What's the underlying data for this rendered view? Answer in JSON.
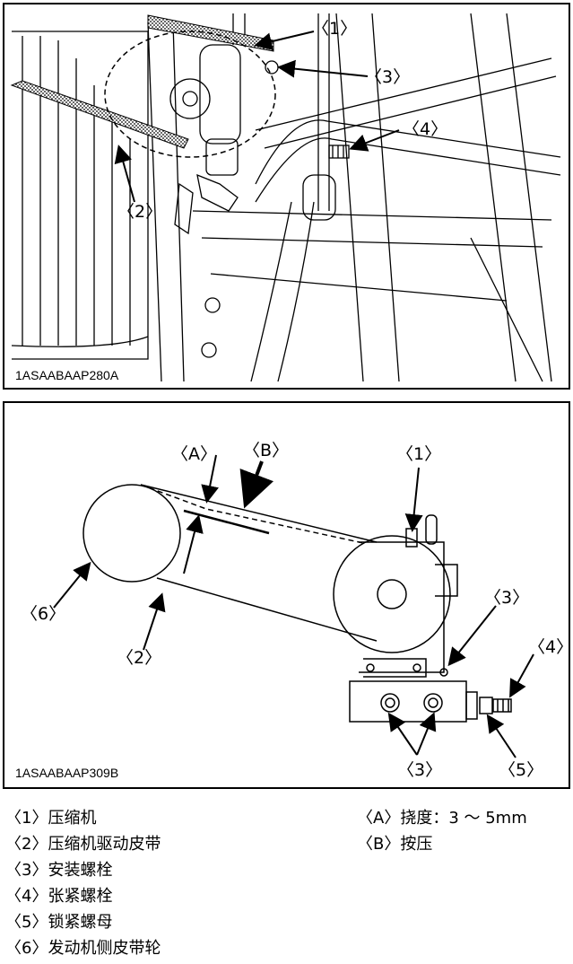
{
  "figure_top": {
    "code": "1ASAABAAP280A",
    "callouts": {
      "c1": "〈1〉",
      "c2": "〈2〉",
      "c3": "〈3〉",
      "c4": "〈4〉"
    }
  },
  "figure_bottom": {
    "code": "1ASAABAAP309B",
    "callouts": {
      "cA": "〈A〉",
      "cB": "〈B〉",
      "c1": "〈1〉",
      "c3a": "〈3〉",
      "c4": "〈4〉",
      "c3b": "〈3〉",
      "c5": "〈5〉",
      "c6": "〈6〉",
      "c2": "〈2〉"
    }
  },
  "legend_left": [
    "〈1〉压缩机",
    "〈2〉压缩机驱动皮带",
    "〈3〉安装螺栓",
    "〈4〉张紧螺栓",
    "〈5〉锁紧螺母",
    "〈6〉发动机侧皮带轮"
  ],
  "legend_right": [
    "〈A〉挠度：3 ～ 5mm",
    "〈B〉按压"
  ]
}
